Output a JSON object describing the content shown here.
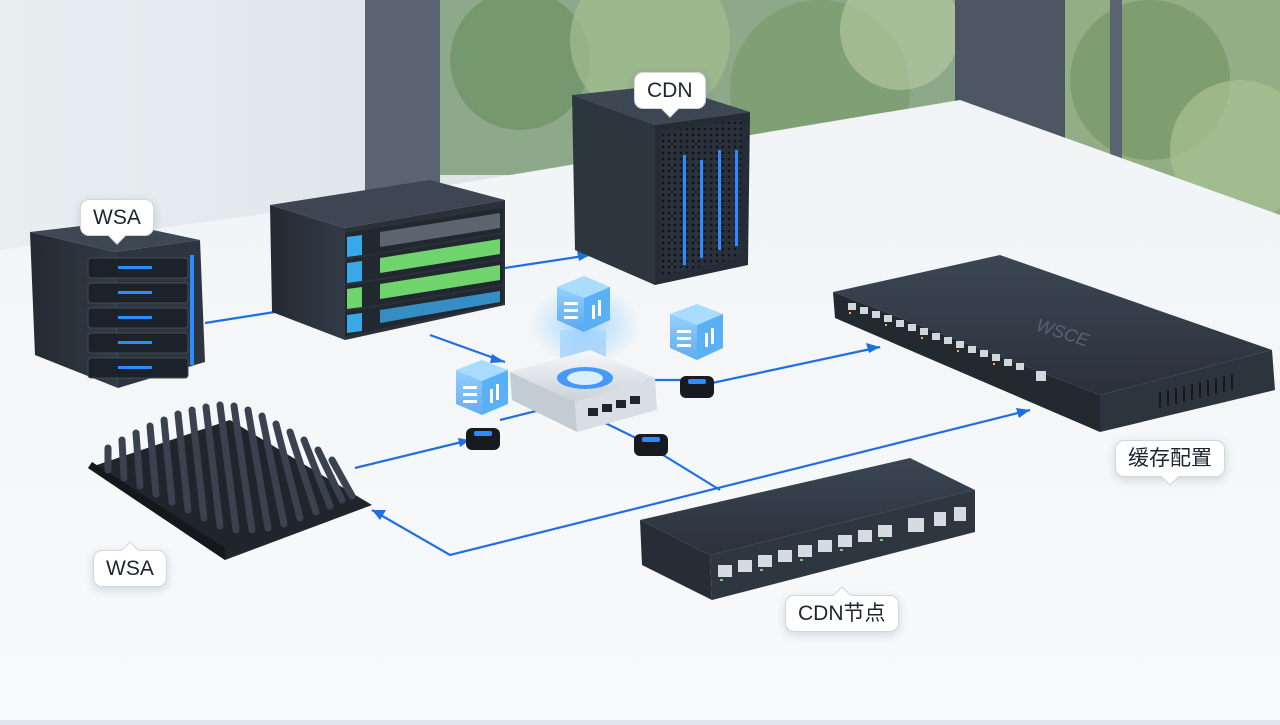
{
  "labels": {
    "wsa_top": "WSA",
    "cdn_top": "CDN",
    "wsa_bottom": "WSA",
    "cache_config": "缓存配置",
    "cdn_node": "CDN节点"
  },
  "devices": {
    "large_switch_brand": "WSCE"
  },
  "colors": {
    "link_line": "#1f6fe0",
    "led_blue": "#2a8cff",
    "module_green": "#6fd46b",
    "module_blue": "#39a8e8",
    "device_dark": "#2c343f",
    "table_top": "#f4f6f8"
  }
}
